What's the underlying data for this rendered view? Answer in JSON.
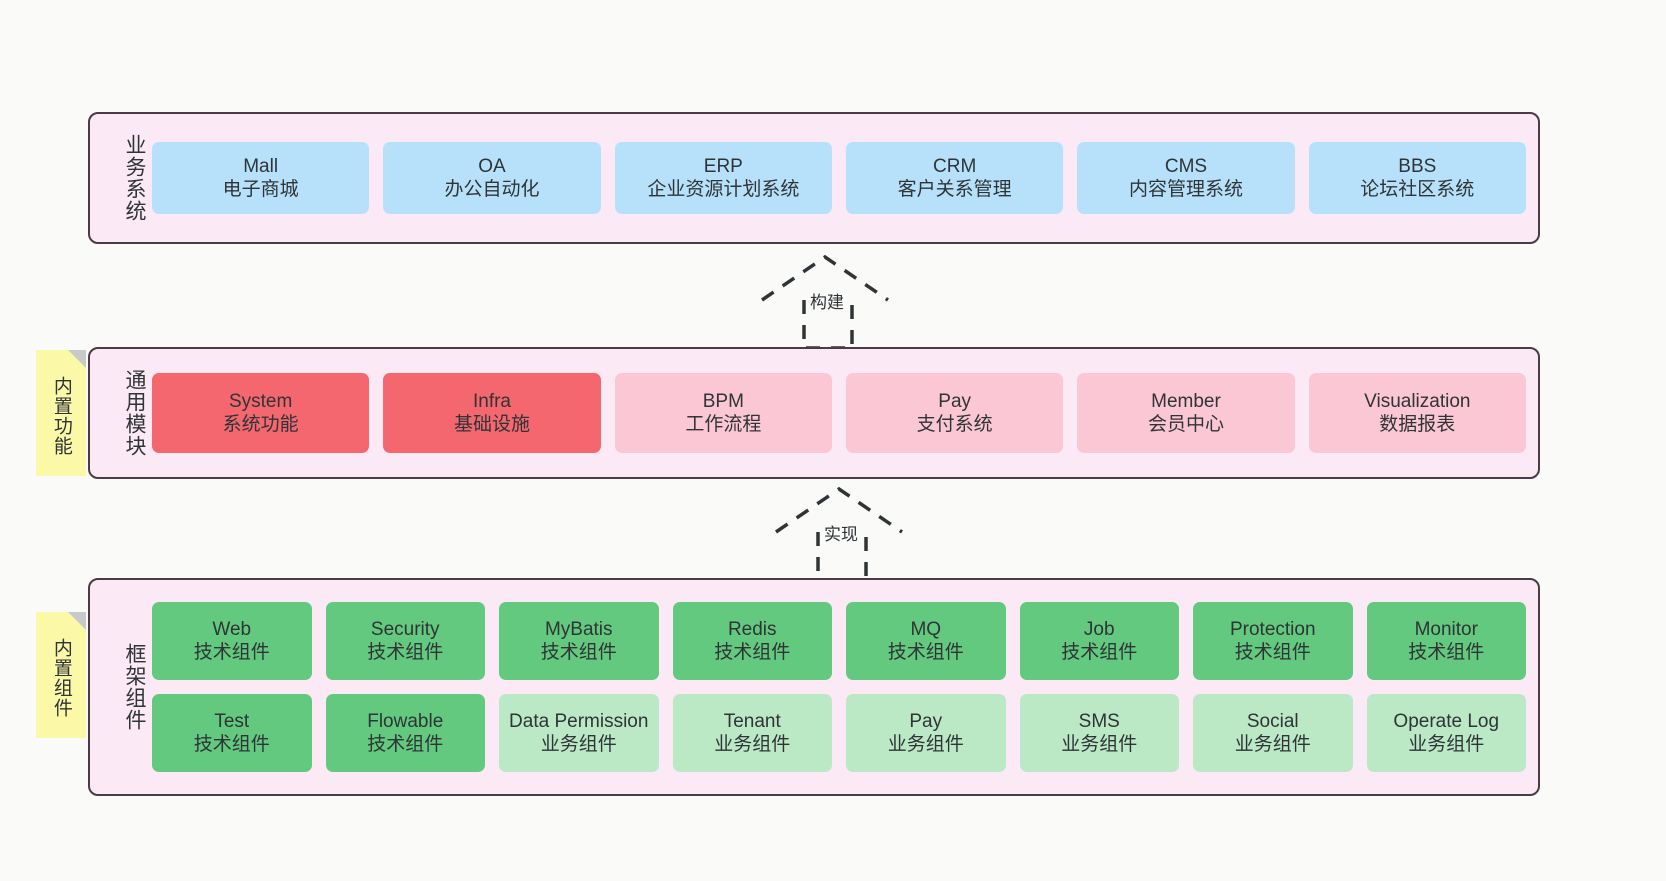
{
  "diagram": {
    "background": "#fafaf9",
    "layer_fill": "#fbeaf5",
    "layer_border": "#4a3b45"
  },
  "layers": [
    {
      "id": "business",
      "title": "业务系统",
      "node_color": "#b7e1fa",
      "rows": [
        [
          {
            "name": "Mall",
            "desc": "电子商城"
          },
          {
            "name": "OA",
            "desc": "办公自动化"
          },
          {
            "name": "ERP",
            "desc": "企业资源计划系统"
          },
          {
            "name": "CRM",
            "desc": "客户关系管理"
          },
          {
            "name": "CMS",
            "desc": "内容管理系统"
          },
          {
            "name": "BBS",
            "desc": "论坛社区系统"
          }
        ]
      ]
    },
    {
      "id": "modules",
      "title": "通用模块",
      "node_color_strong": "#f4676f",
      "node_color_light": "#fbc7d4",
      "rows": [
        [
          {
            "name": "System",
            "desc": "系统功能",
            "variant": "strong"
          },
          {
            "name": "Infra",
            "desc": "基础设施",
            "variant": "strong"
          },
          {
            "name": "BPM",
            "desc": "工作流程",
            "variant": "light"
          },
          {
            "name": "Pay",
            "desc": "支付系统",
            "variant": "light"
          },
          {
            "name": "Member",
            "desc": "会员中心",
            "variant": "light"
          },
          {
            "name": "Visualization",
            "desc": "数据报表",
            "variant": "light"
          }
        ]
      ]
    },
    {
      "id": "framework",
      "title": "框架组件",
      "node_color_tech": "#63c97e",
      "node_color_biz": "#bbe8c5",
      "rows": [
        [
          {
            "name": "Web",
            "desc": "技术组件",
            "variant": "tech"
          },
          {
            "name": "Security",
            "desc": "技术组件",
            "variant": "tech"
          },
          {
            "name": "MyBatis",
            "desc": "技术组件",
            "variant": "tech"
          },
          {
            "name": "Redis",
            "desc": "技术组件",
            "variant": "tech"
          },
          {
            "name": "MQ",
            "desc": "技术组件",
            "variant": "tech"
          },
          {
            "name": "Job",
            "desc": "技术组件",
            "variant": "tech"
          },
          {
            "name": "Protection",
            "desc": "技术组件",
            "variant": "tech"
          },
          {
            "name": "Monitor",
            "desc": "技术组件",
            "variant": "tech"
          }
        ],
        [
          {
            "name": "Test",
            "desc": "技术组件",
            "variant": "tech"
          },
          {
            "name": "Flowable",
            "desc": "技术组件",
            "variant": "tech"
          },
          {
            "name": "Data Permission",
            "desc": "业务组件",
            "variant": "biz"
          },
          {
            "name": "Tenant",
            "desc": "业务组件",
            "variant": "biz"
          },
          {
            "name": "Pay",
            "desc": "业务组件",
            "variant": "biz"
          },
          {
            "name": "SMS",
            "desc": "业务组件",
            "variant": "biz"
          },
          {
            "name": "Social",
            "desc": "业务组件",
            "variant": "biz"
          },
          {
            "name": "Operate Log",
            "desc": "业务组件",
            "variant": "biz"
          }
        ]
      ]
    }
  ],
  "relations": [
    {
      "id": "build",
      "label": "构建"
    },
    {
      "id": "implement",
      "label": "实现"
    }
  ],
  "sticky_notes": [
    {
      "id": "functions",
      "label": "内置功能",
      "color": "#fbf8a8"
    },
    {
      "id": "components",
      "label": "内置组件",
      "color": "#fbf8a8"
    }
  ]
}
